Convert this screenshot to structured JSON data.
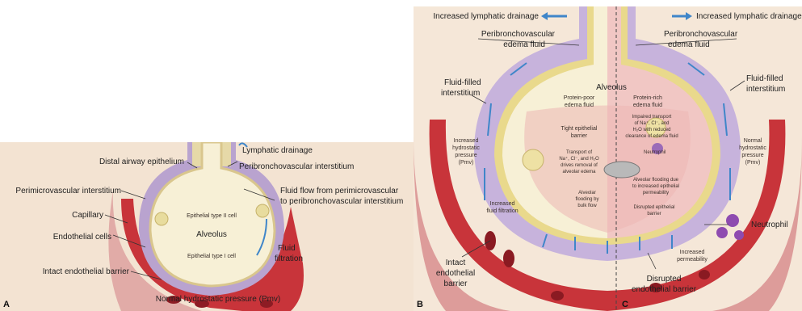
{
  "panel_a": {
    "letter": "A",
    "labels": {
      "lymphatic_drainage": "Lymphatic drainage",
      "distal_airway_epithelium": "Distal airway epithelium",
      "peribronchovascular_interstitium": "Peribronchovascular interstitium",
      "perimicrovascular_interstitium": "Perimicrovascular interstitium",
      "fluid_flow_line1": "Fluid flow from perimicrovascular",
      "fluid_flow_line2": "to peribronchovascular interstitium",
      "capillary": "Capillary",
      "epithelial_type_ii": "Epithelial type II cell",
      "alveolus": "Alveolus",
      "endothelial_cells": "Endothelial cells",
      "epithelial_type_i": "Epithelial type I cell",
      "fluid_filtration_line1": "Fluid",
      "fluid_filtration_line2": "filtration",
      "intact_endothelial_barrier": "Intact endothelial barrier",
      "normal_hydrostatic_pressure": "Normal hydrostatic pressure (Pmv)"
    }
  },
  "panel_bc": {
    "letter_b": "B",
    "letter_c": "C",
    "labels": {
      "increased_lymphatic_left": "Increased lymphatic drainage",
      "increased_lymphatic_right": "Increased lymphatic drainage",
      "peribronchovascular_left_1": "Peribronchovascular",
      "peribronchovascular_left_2": "edema fluid",
      "peribronchovascular_right_1": "Peribronchovascular",
      "peribronchovascular_right_2": "edema fluid",
      "fluid_filled_left_1": "Fluid-filled",
      "fluid_filled_left_2": "interstitium",
      "fluid_filled_right_1": "Fluid-filled",
      "fluid_filled_right_2": "interstitium",
      "alveolus": "Alveolus",
      "protein_poor_1": "Protein-poor",
      "protein_poor_2": "edema fluid",
      "protein_rich_1": "Protein-rich",
      "protein_rich_2": "edema fluid",
      "impaired_1": "Impaired transport",
      "impaired_2": "of Na⁺, Cl⁻, and",
      "impaired_3": "H₂O with reduced",
      "impaired_4": "clearance of edema fluid",
      "tight_barrier_1": "Tight epithelial",
      "tight_barrier_2": "barrier",
      "transport_1": "Transport of",
      "transport_2": "Na⁺, Cl⁻, and H₂O",
      "transport_3": "drives removal of",
      "transport_4": "alveolar edema",
      "increased_hydrostatic_1": "Increased",
      "increased_hydrostatic_2": "hydrostatic",
      "increased_hydrostatic_3": "pressure",
      "increased_hydrostatic_4": "(Pmv)",
      "normal_hydrostatic_1": "Normal",
      "normal_hydrostatic_2": "hydrostatic",
      "normal_hydrostatic_3": "pressure",
      "normal_hydrostatic_4": "(Pmv)",
      "neutrophil_small": "Neutrophil",
      "alveolar_flooding_perm_1": "Alveolar flooding due",
      "alveolar_flooding_perm_2": "to increased epithelial",
      "alveolar_flooding_perm_3": "permeability",
      "disrupted_epithelial_1": "Disrupted epithelial",
      "disrupted_epithelial_2": "barrier",
      "increased_filtration_1": "Increased",
      "increased_filtration_2": "fluid filtration",
      "alveolar_flooding_bulk_1": "Alveolar",
      "alveolar_flooding_bulk_2": "flooding by",
      "alveolar_flooding_bulk_3": "bulk flow",
      "neutrophil": "Neutrophil",
      "increased_permeability_1": "Increased",
      "increased_permeability_2": "permeability",
      "intact_endothelial_1": "Intact",
      "intact_endothelial_2": "endothelial",
      "intact_endothelial_3": "barrier",
      "disrupted_endothelial_1": "Disrupted",
      "disrupted_endothelial_2": "endothelial barrier"
    }
  },
  "colors": {
    "background_a": "#f3e3d2",
    "capillary_red": "#c8343a",
    "interstitium_lavender": "#b9a3cf",
    "alveolus_fill": "#f7f0d6",
    "arrow_blue": "#3f86c9",
    "edema_pink": "#f1c7c4"
  }
}
